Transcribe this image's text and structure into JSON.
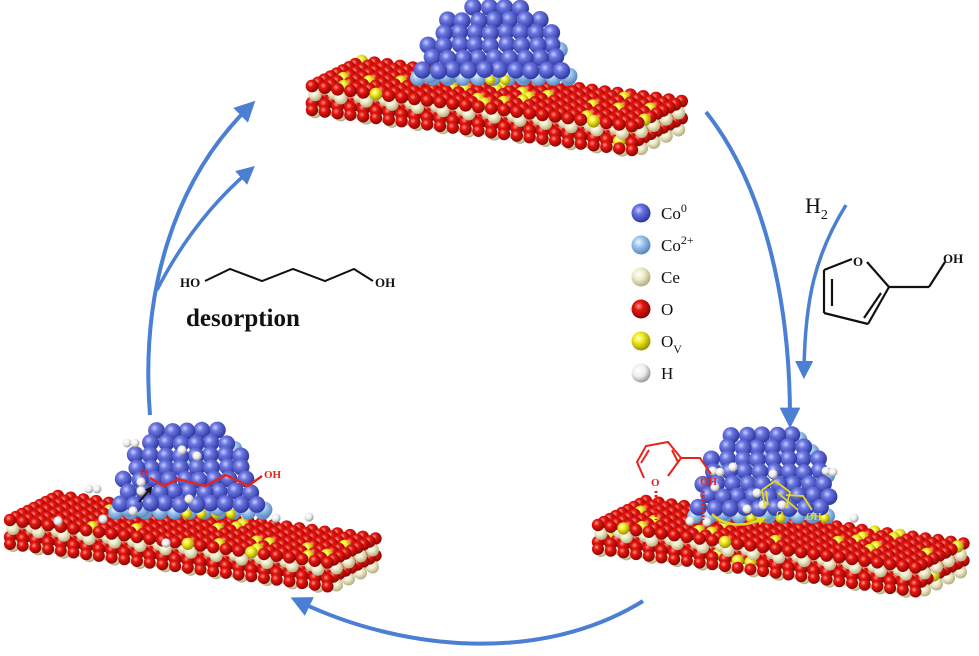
{
  "diagram": {
    "type": "catalytic-cycle",
    "colors": {
      "arrow": "#4a7fd4",
      "co0": "#5b67d6",
      "co2plus": "#94c0ea",
      "ce": "#efe9c2",
      "o": "#e3150f",
      "ov": "#f0e81a",
      "h": "#f2f2f2",
      "red_molecule": "#e8231c",
      "yellow_molecule": "#e6d81a",
      "text": "#111111"
    },
    "legend": {
      "items": [
        {
          "key": "co0",
          "label": "Co",
          "sup": "0",
          "sub": ""
        },
        {
          "key": "co2plus",
          "label": "Co",
          "sup": "2+",
          "sub": ""
        },
        {
          "key": "ce",
          "label": "Ce",
          "sup": "",
          "sub": ""
        },
        {
          "key": "o",
          "label": "O",
          "sup": "",
          "sub": ""
        },
        {
          "key": "ov",
          "label": "O",
          "sup": "",
          "sub": "V"
        },
        {
          "key": "h",
          "label": "H",
          "sup": "",
          "sub": ""
        }
      ]
    },
    "stages": [
      {
        "id": "catalyst",
        "description": "Co nanoparticle on CeO2 support"
      },
      {
        "id": "adsorption",
        "description": "Furfuryl alcohol adsorbed with H atoms on Co particle"
      },
      {
        "id": "ring-opening",
        "description": "Ring-opened intermediate with dissociated H atoms"
      }
    ],
    "reactants": {
      "h2_label": "H",
      "h2_sub": "2",
      "furfuryl_alcohol": {
        "ring_o": "O",
        "oh": "OH"
      }
    },
    "product": {
      "name": "1,5-pentanediol",
      "left_oh": "HO",
      "right_oh": "OH",
      "step_label": "desorption"
    },
    "annotations": {
      "adsorbed_ring_o": "O",
      "adsorbed_oh": "OH",
      "ring_open_o": "O",
      "ring_open_oh": "OH",
      "intermediate_o": "O",
      "intermediate_oh": "OH"
    }
  }
}
